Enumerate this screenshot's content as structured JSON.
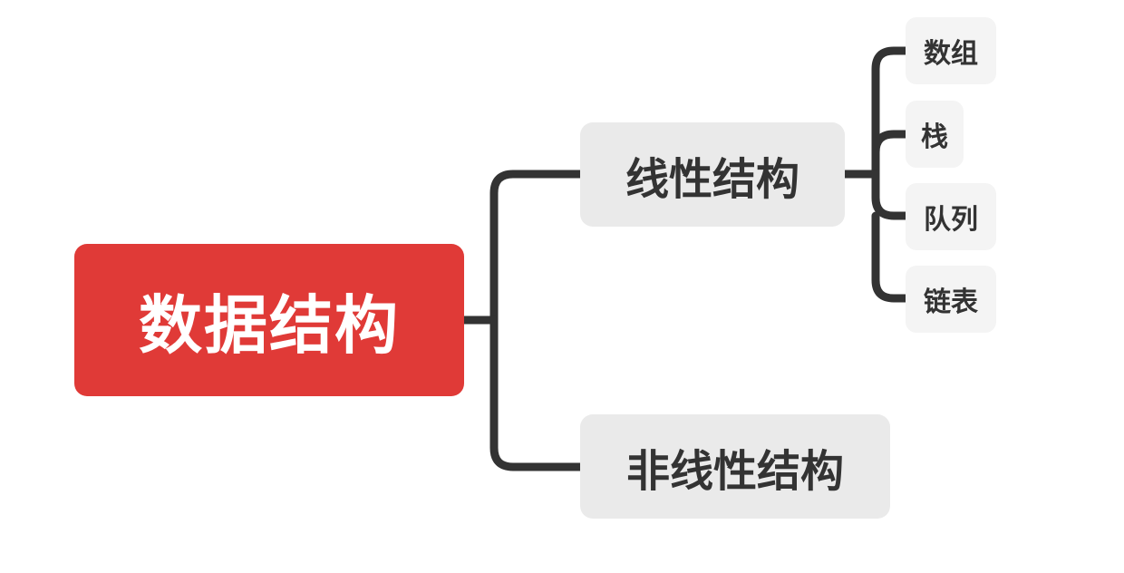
{
  "root": {
    "label": "数据结构",
    "color": "#e03a37"
  },
  "branches": [
    {
      "label": "线性结构",
      "children": [
        "数组",
        "栈",
        "队列",
        "链表"
      ]
    },
    {
      "label": "非线性结构",
      "children": []
    }
  ],
  "colors": {
    "connector": "#333333",
    "branch_bg": "#eaeaea",
    "leaf_bg": "#f4f4f4"
  }
}
